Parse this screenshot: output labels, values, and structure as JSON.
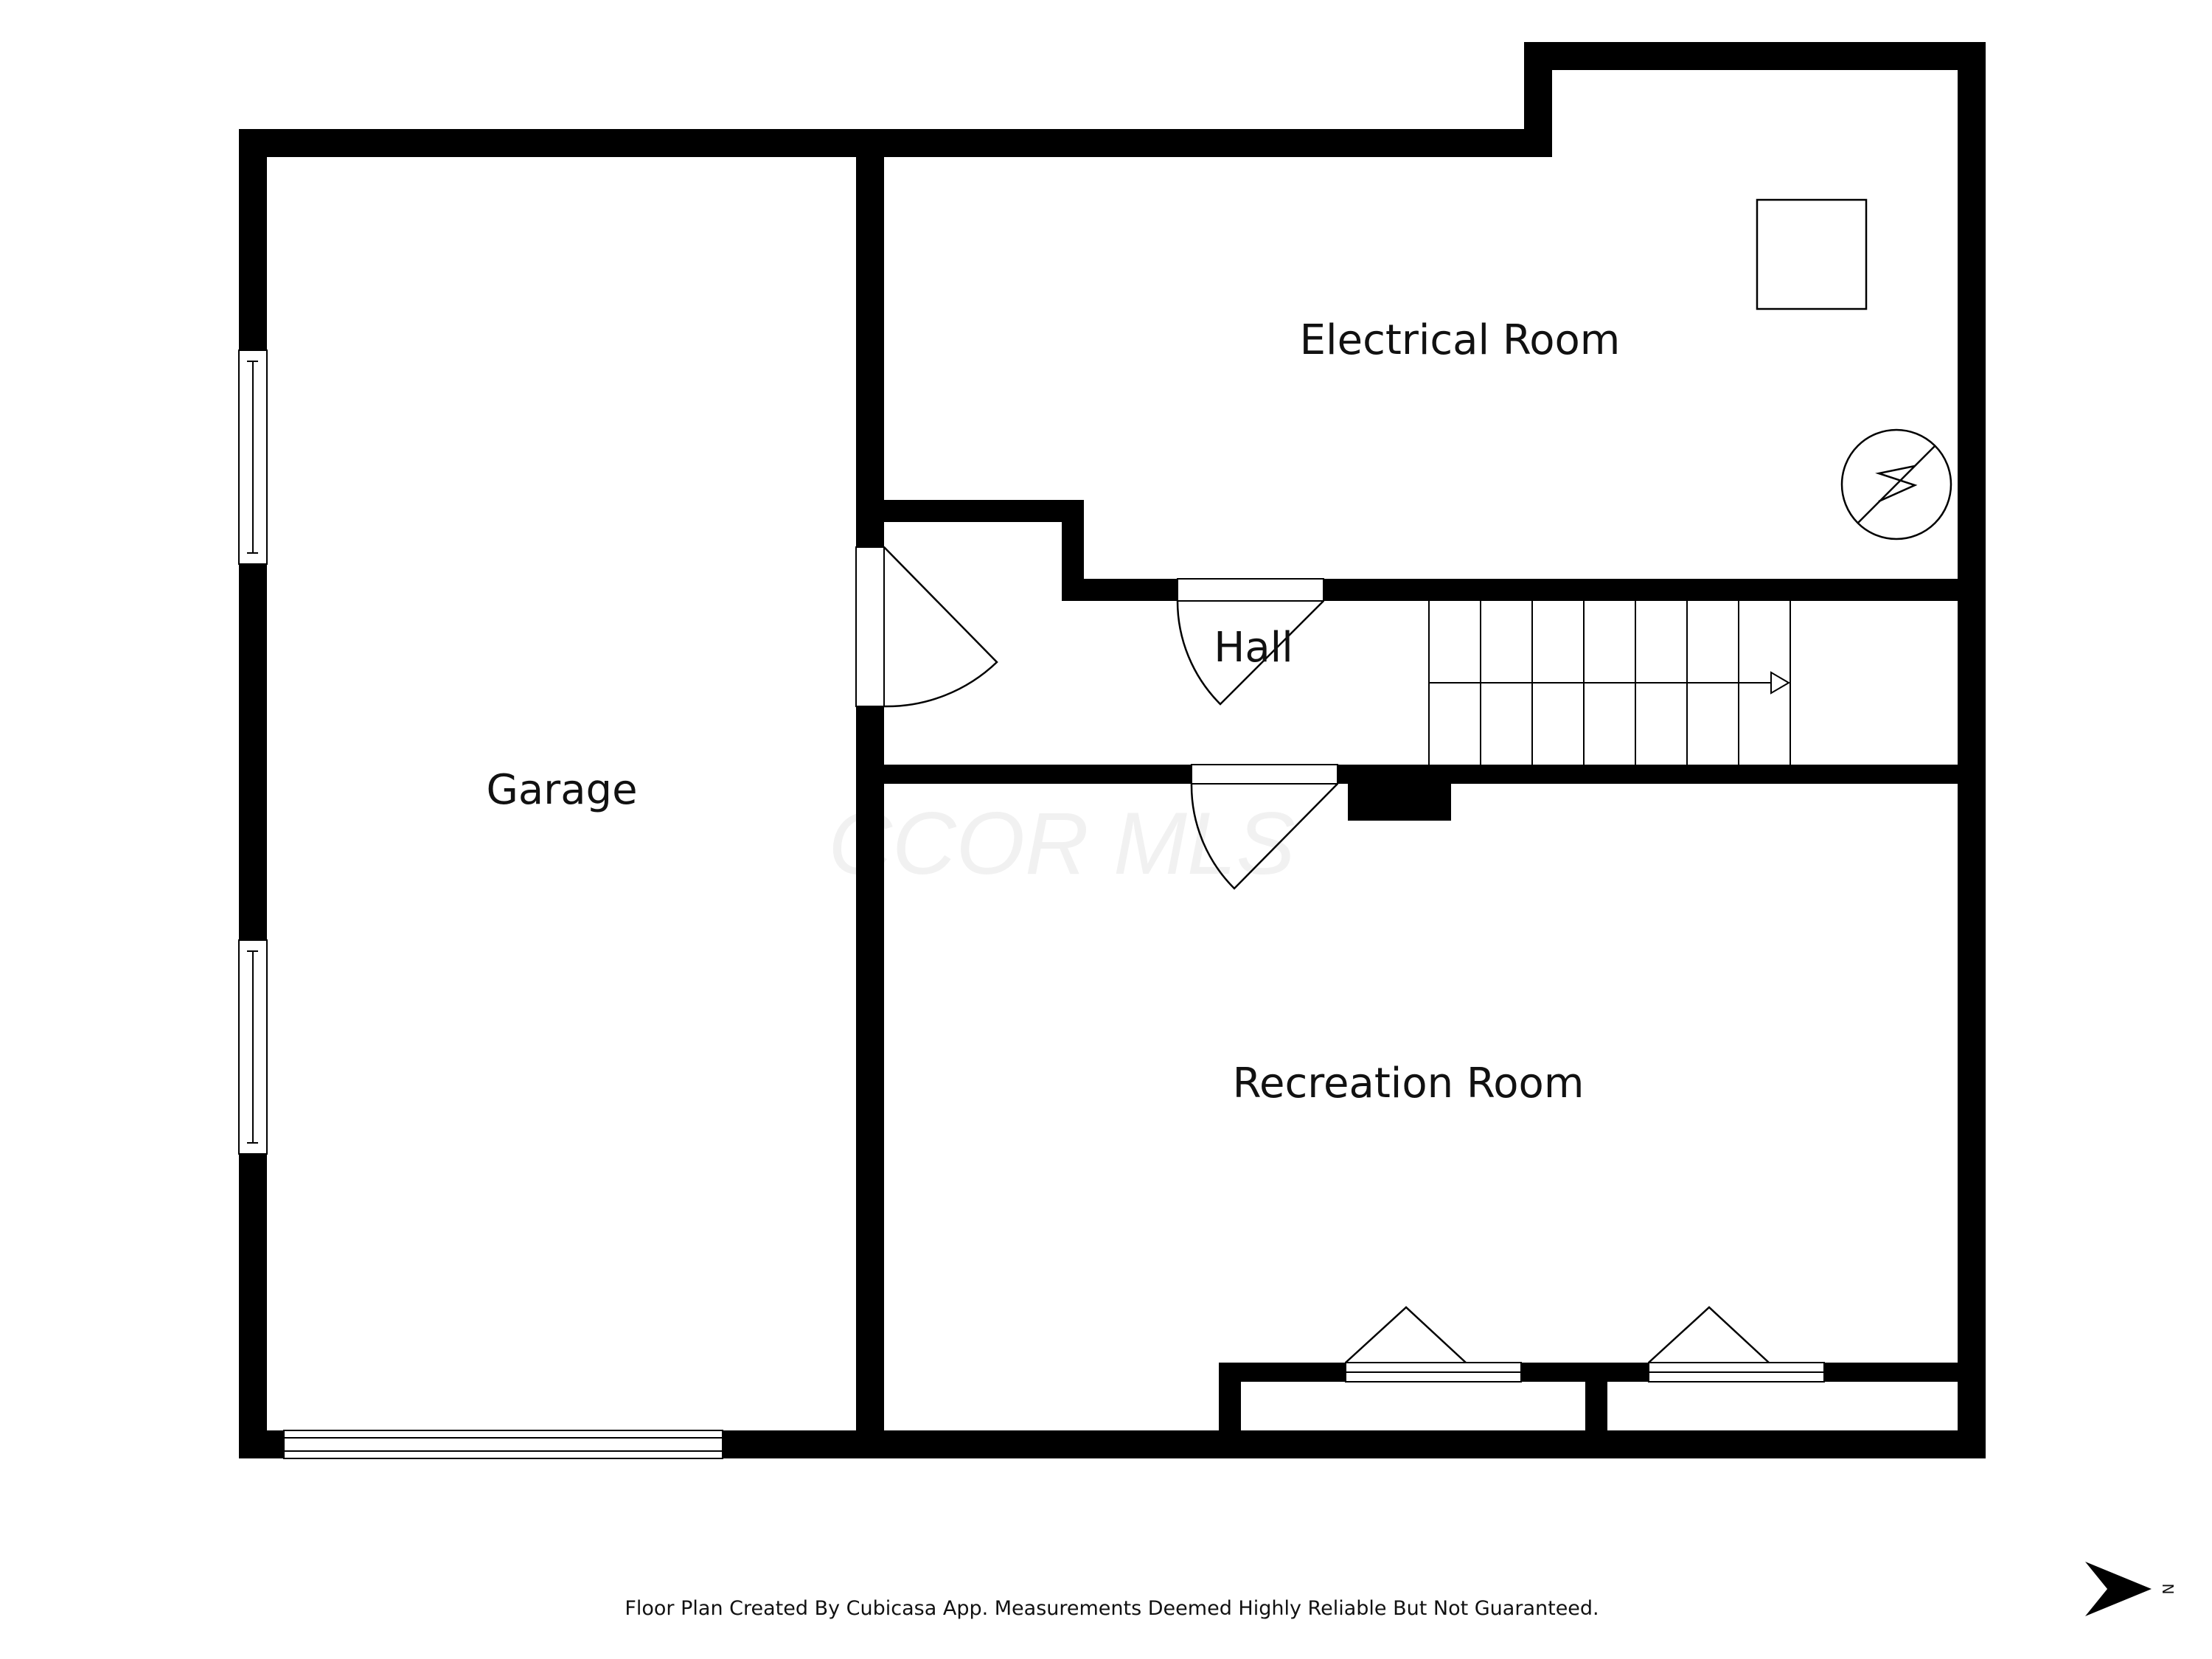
{
  "rooms": {
    "garage": "Garage",
    "electrical": "Electrical Room",
    "hall": "Hall",
    "recreation": "Recreation Room"
  },
  "watermark": "CCOR MLS",
  "footer": "Floor Plan Created By Cubicasa App. Measurements Deemed Highly Reliable But Not Guaranteed.",
  "compass": {
    "letter": "N"
  },
  "colors": {
    "wall": "#000000",
    "background": "#ffffff",
    "text": "#111111"
  }
}
